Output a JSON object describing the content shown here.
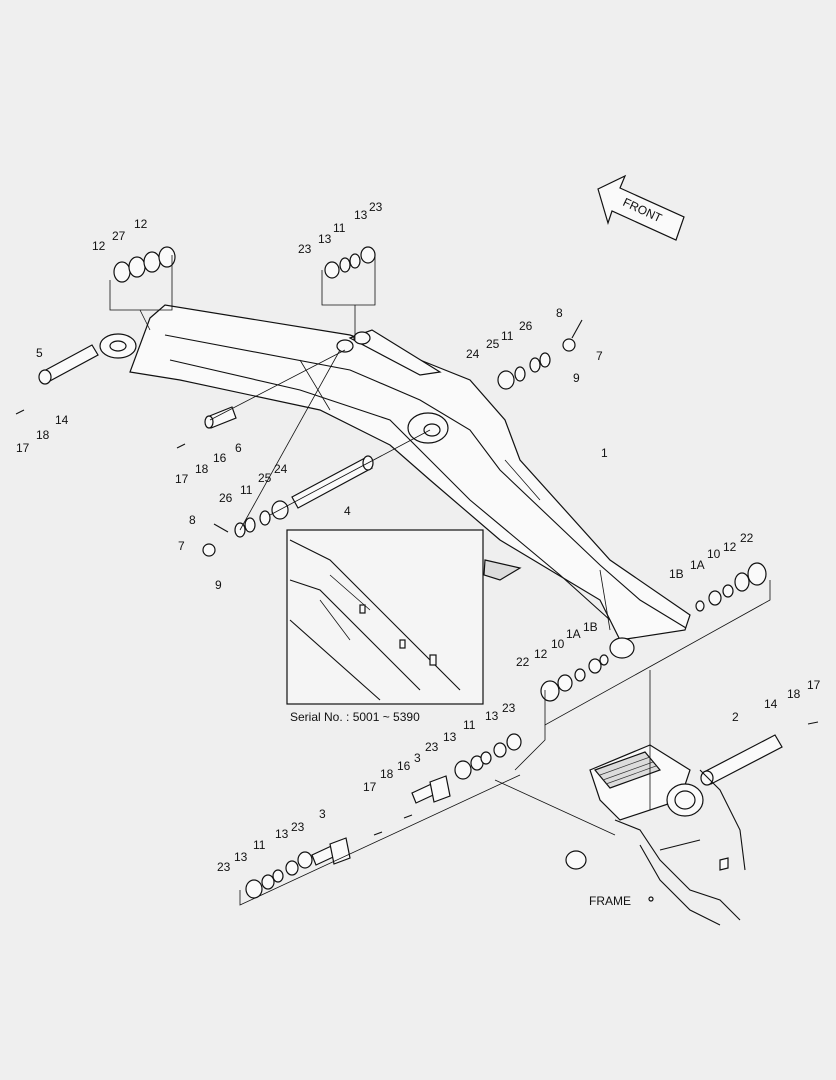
{
  "labels": {
    "front": "FRONT",
    "frame": "FRAME",
    "serial": "Serial No. : 5001 ~ 5390"
  },
  "callouts": [
    {
      "id": "c1",
      "text": "1"
    },
    {
      "id": "c1a_r",
      "text": "1A"
    },
    {
      "id": "c1b_r",
      "text": "1B"
    },
    {
      "id": "c10_r",
      "text": "10"
    },
    {
      "id": "c12_r",
      "text": "12"
    },
    {
      "id": "c22_r",
      "text": "22"
    },
    {
      "id": "c1a_l",
      "text": "1A"
    },
    {
      "id": "c1b_l",
      "text": "1B"
    },
    {
      "id": "c10_l",
      "text": "10"
    },
    {
      "id": "c12_l",
      "text": "12"
    },
    {
      "id": "c22_l",
      "text": "22"
    },
    {
      "id": "c2",
      "text": "2"
    },
    {
      "id": "c14_r",
      "text": "14"
    },
    {
      "id": "c18_r",
      "text": "18"
    },
    {
      "id": "c17_r",
      "text": "17"
    },
    {
      "id": "c3_a",
      "text": "3"
    },
    {
      "id": "c3_b",
      "text": "3"
    },
    {
      "id": "c4",
      "text": "4"
    },
    {
      "id": "c5",
      "text": "5"
    },
    {
      "id": "c6",
      "text": "6"
    },
    {
      "id": "c7_r",
      "text": "7"
    },
    {
      "id": "c7_l",
      "text": "7"
    },
    {
      "id": "c8_r",
      "text": "8"
    },
    {
      "id": "c8_l",
      "text": "8"
    },
    {
      "id": "c9_r",
      "text": "9"
    },
    {
      "id": "c9_l",
      "text": "9"
    },
    {
      "id": "c11_r",
      "text": "11"
    },
    {
      "id": "c24_r",
      "text": "24"
    },
    {
      "id": "c25_r",
      "text": "25"
    },
    {
      "id": "c26_r",
      "text": "26"
    },
    {
      "id": "c26_l",
      "text": "26"
    },
    {
      "id": "c11_l",
      "text": "11"
    },
    {
      "id": "c25_l",
      "text": "25"
    },
    {
      "id": "c24_l",
      "text": "24"
    },
    {
      "id": "c12_t1",
      "text": "12"
    },
    {
      "id": "c27_t",
      "text": "27"
    },
    {
      "id": "c12_t2",
      "text": "12"
    },
    {
      "id": "c23_t1",
      "text": "23"
    },
    {
      "id": "c13_t1",
      "text": "13"
    },
    {
      "id": "c11_t",
      "text": "11"
    },
    {
      "id": "c13_t2",
      "text": "13"
    },
    {
      "id": "c23_t2",
      "text": "23"
    },
    {
      "id": "c17_l",
      "text": "17"
    },
    {
      "id": "c18_l",
      "text": "18"
    },
    {
      "id": "c14_l",
      "text": "14"
    },
    {
      "id": "c17_m",
      "text": "17"
    },
    {
      "id": "c18_m",
      "text": "18"
    },
    {
      "id": "c16_m",
      "text": "16"
    },
    {
      "id": "c23_b1",
      "text": "23"
    },
    {
      "id": "c13_b1",
      "text": "13"
    },
    {
      "id": "c11_b1",
      "text": "11"
    },
    {
      "id": "c13_b2",
      "text": "13"
    },
    {
      "id": "c23_b2",
      "text": "23"
    },
    {
      "id": "c16_b",
      "text": "16"
    },
    {
      "id": "c18_b",
      "text": "18"
    },
    {
      "id": "c17_b",
      "text": "17"
    },
    {
      "id": "c23_c1",
      "text": "23"
    },
    {
      "id": "c13_c1",
      "text": "13"
    },
    {
      "id": "c11_c",
      "text": "11"
    },
    {
      "id": "c13_c2",
      "text": "13"
    },
    {
      "id": "c23_c2",
      "text": "23"
    }
  ]
}
